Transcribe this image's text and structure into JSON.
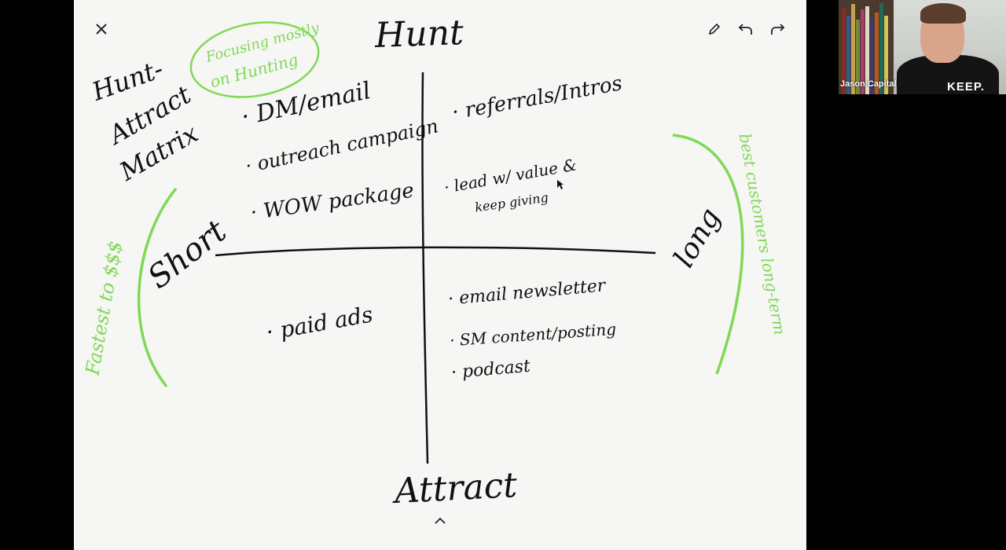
{
  "whiteboard": {
    "top_label": "Hunt",
    "bottom_label": "Attract",
    "left_axis_label": "Short",
    "right_axis_label": "long",
    "matrix_title": [
      "Hunt-",
      "Attract",
      "Matrix"
    ],
    "focus_note": [
      "Focusing mostly",
      "on Hunting"
    ],
    "left_side_note": "Fastest to $$$",
    "right_side_note": "best customers long-term",
    "quadrant_hunt_short": [
      "· DM/email",
      "· outreach campaign",
      "· WOW package"
    ],
    "quadrant_hunt_long": [
      "· referrals/Intros",
      "· lead w/ value &",
      "keep giving"
    ],
    "quadrant_attract_short": [
      "· paid ads"
    ],
    "quadrant_attract_long": [
      "· email newsletter",
      "· SM content/posting",
      "· podcast"
    ]
  },
  "toolbar": {
    "close_icon": "close-icon",
    "pen_icon": "pencil-icon",
    "undo_icon": "undo-icon",
    "redo_icon": "redo-icon",
    "expand_icon": "chevron-up-icon"
  },
  "video_call": {
    "participant_name": "Jason Capital",
    "shirt_text": "KEEP."
  },
  "colors": {
    "ink": "#111111",
    "highlight": "#7fd955",
    "board": "#f6f6f4",
    "background": "#000000"
  }
}
